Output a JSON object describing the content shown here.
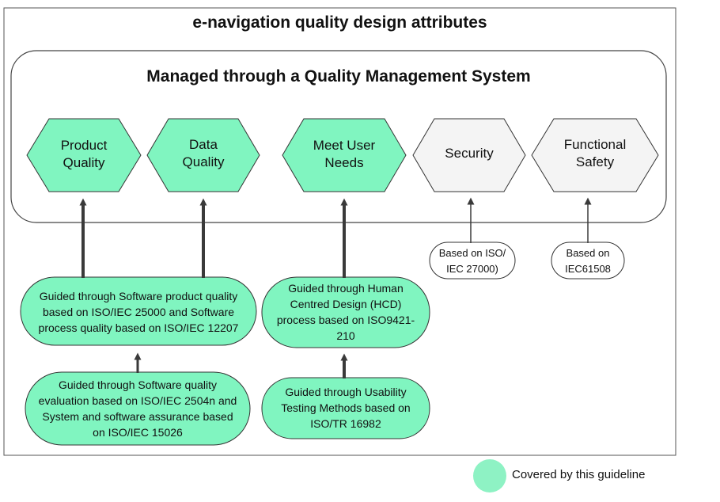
{
  "diagram": {
    "title": "e-navigation quality design attributes",
    "container_title": "Managed through a Quality Management System",
    "attributes": [
      {
        "label": "Product\nQuality",
        "covered": true
      },
      {
        "label": "Data\nQuality",
        "covered": true
      },
      {
        "label": "Meet User\nNeeds",
        "covered": true
      },
      {
        "label": "Security",
        "covered": false
      },
      {
        "label": "Functional\nSafety",
        "covered": false
      }
    ],
    "guidance": {
      "software_quality": "Guided through Software product quality\nbased on ISO/IEC 25000 and Software\nprocess quality based on ISO/IEC 12207",
      "software_evaluation": "Guided through Software quality\nevaluation based on ISO/IEC 2504n and\nSystem and software assurance based\non ISO/IEC 15026",
      "hcd": "Guided through Human\nCentred Design (HCD)\nprocess based on ISO9421-\n210",
      "usability": "Guided through Usability\nTesting Methods based on\nISO/TR 16982",
      "security_basis": "Based on ISO/\nIEC 27000)",
      "safety_basis": "Based on\nIEC61508"
    },
    "legend": {
      "label": "Covered by this guideline"
    },
    "colors": {
      "covered_fill": "#80F5C0",
      "uncovered_fill": "#F4F4F4",
      "stroke": "#333333",
      "legend_fill": "#8EF2C4",
      "arrow": "#3a3a3a"
    }
  }
}
